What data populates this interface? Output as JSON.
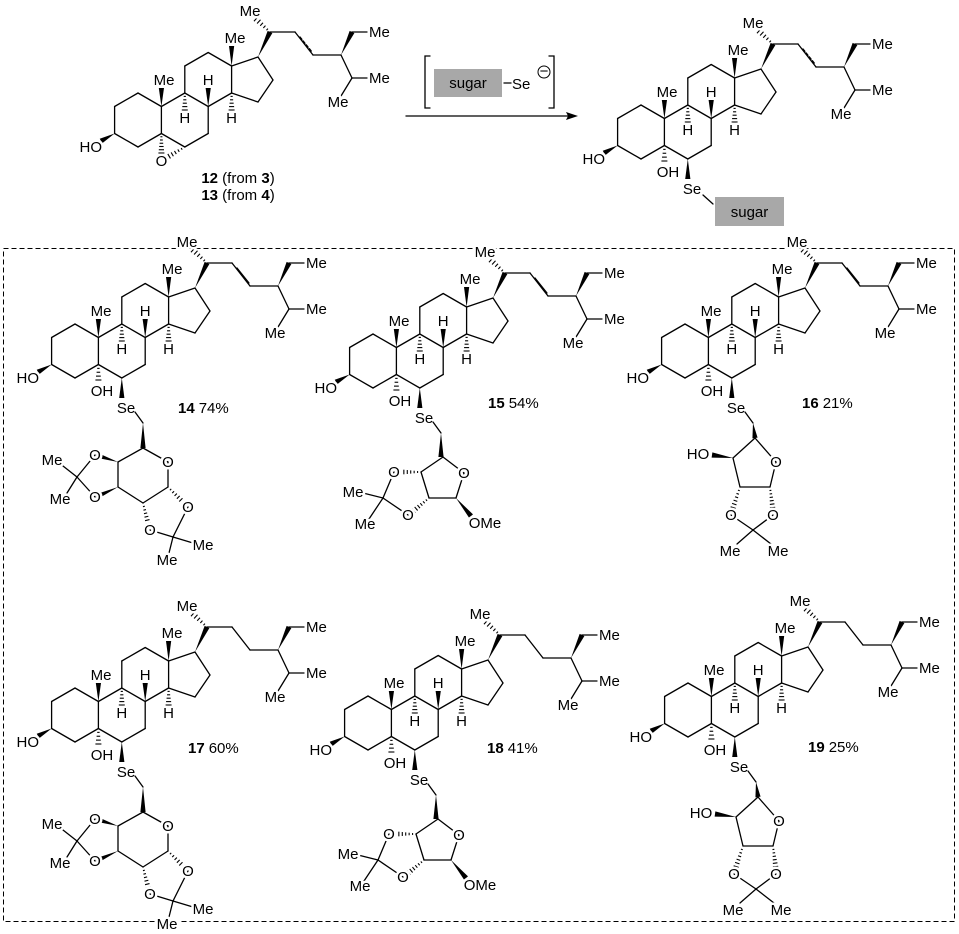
{
  "atoms": {
    "me": "Me",
    "h": "H",
    "ho": "HO",
    "oh": "OH",
    "se": "Se",
    "o": "O",
    "ome": "OMe"
  },
  "reaction": {
    "reagent": {
      "sugar_label": "sugar",
      "se_label": "Se",
      "charge": "−"
    },
    "starting_material_labels": [
      {
        "id": "12",
        "text_before": " (from ",
        "source": "3",
        "text_after": ")"
      },
      {
        "id": "13",
        "text_before": " (from ",
        "source": "4",
        "text_after": ")"
      }
    ],
    "general_product": {
      "sugar_label": "sugar",
      "se_label": "Se"
    }
  },
  "compounds": [
    {
      "id": "14",
      "yield": "74%"
    },
    {
      "id": "15",
      "yield": "54%"
    },
    {
      "id": "16",
      "yield": "21%"
    },
    {
      "id": "17",
      "yield": "60%"
    },
    {
      "id": "18",
      "yield": "41%"
    },
    {
      "id": "19",
      "yield": "25%"
    }
  ],
  "colors": {
    "sugar_box": "#a8a8a8",
    "line": "#000000"
  }
}
